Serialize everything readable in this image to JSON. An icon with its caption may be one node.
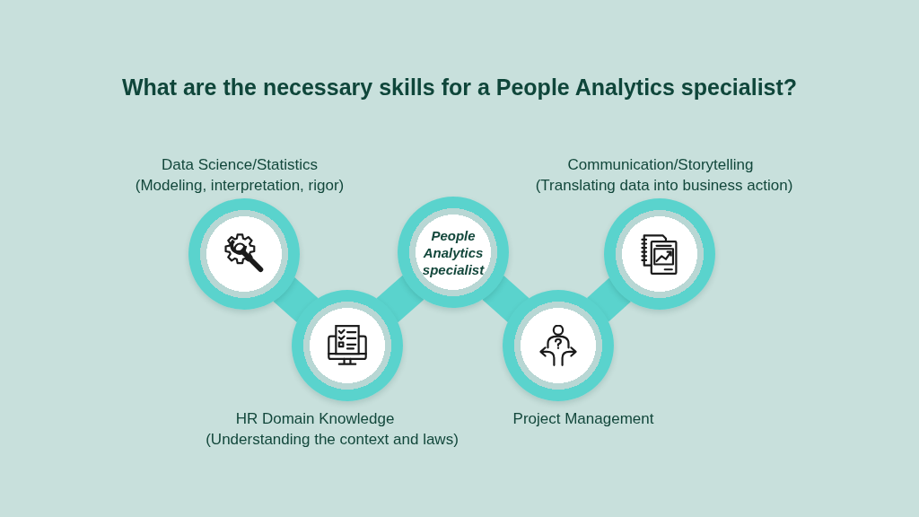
{
  "diagram": {
    "title": "What are the necessary skills for a People Analytics specialist?",
    "nodes": [
      {
        "text": [],
        "shape": "circle",
        "beside": [
          "Data Science/Statistics",
          "(Modeling, interpretation, rigor)"
        ]
      },
      {
        "text": [],
        "shape": "circle",
        "beside": [
          "HR Domain Knowledge",
          "(Understanding the context and laws)"
        ]
      },
      {
        "text": [
          "People Analytics specialist"
        ]
      },
      {
        "text": [],
        "shape": "circle",
        "beside": [
          "Project Management"
        ]
      },
      {
        "text": [],
        "shape": "circle",
        "beside": [
          "Communication/Storytelling",
          "(Translating data into business action)"
        ]
      }
    ],
    "edges": [
      {
        "from": 0,
        "to": 1,
        "arrow": "none",
        "style": "thick"
      },
      {
        "from": 1,
        "to": 2,
        "arrow": "none",
        "style": "thick"
      },
      {
        "from": 2,
        "to": 3,
        "arrow": "none",
        "style": "thick"
      },
      {
        "from": 3,
        "to": 4,
        "arrow": "none",
        "style": "thick"
      }
    ]
  }
}
